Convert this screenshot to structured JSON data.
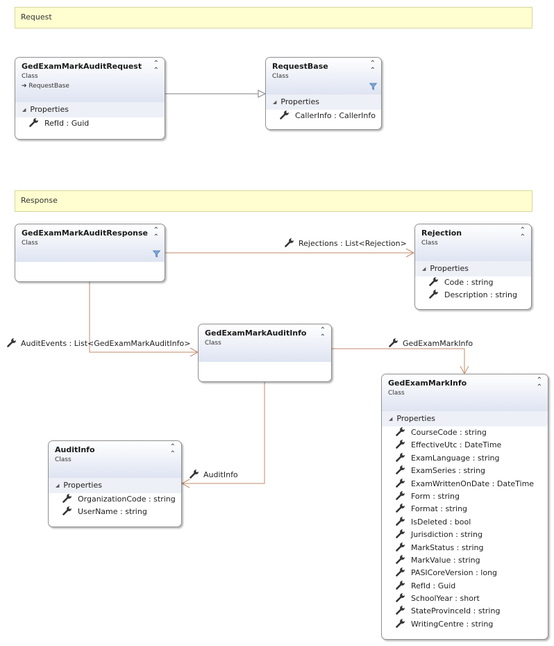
{
  "notes": {
    "request": "Request",
    "response": "Response"
  },
  "classes": {
    "req": {
      "name": "GedExamMarkAuditRequest",
      "stereotype": "Class",
      "base": "RequestBase",
      "section": "Properties",
      "props": [
        "RefId : Guid"
      ]
    },
    "rbase": {
      "name": "RequestBase",
      "stereotype": "Class",
      "section": "Properties",
      "props": [
        "CallerInfo : CallerInfo"
      ]
    },
    "resp": {
      "name": "GedExamMarkAuditResponse",
      "stereotype": "Class"
    },
    "rej": {
      "name": "Rejection",
      "stereotype": "Class",
      "section": "Properties",
      "props": [
        "Code : string",
        "Description : string"
      ]
    },
    "auditinfo": {
      "name": "GedExamMarkAuditInfo",
      "stereotype": "Class"
    },
    "markinfo": {
      "name": "GedExamMarkInfo",
      "stereotype": "Class",
      "section": "Properties",
      "props": [
        "CourseCode : string",
        "EffectiveUtc : DateTime",
        "ExamLanguage : string",
        "ExamSeries : string",
        "ExamWrittenOnDate : DateTime",
        "Form : string",
        "Format : string",
        "IsDeleted : bool",
        "Jurisdiction : string",
        "MarkStatus : string",
        "MarkValue : string",
        "PASICoreVersion : long",
        "RefId : Guid",
        "SchoolYear : short",
        "StateProvinceId : string",
        "WritingCentre : string"
      ]
    },
    "audit": {
      "name": "AuditInfo",
      "stereotype": "Class",
      "section": "Properties",
      "props": [
        "OrganizationCode : string",
        "UserName : string"
      ]
    }
  },
  "associations": {
    "rejections": "Rejections : List<Rejection>",
    "auditEvents": "AuditEvents : List<GedExamMarkAuditInfo>",
    "gedExamMarkInfo": "GedExamMarkInfo",
    "auditInfo": "AuditInfo"
  },
  "icons": {
    "property": "wrench-icon",
    "collapse": "double-chevron-up-icon",
    "filter": "filter-icon"
  },
  "colors": {
    "association": "#c08a6a",
    "inheritance": "#808080",
    "note": "#fefed0"
  }
}
